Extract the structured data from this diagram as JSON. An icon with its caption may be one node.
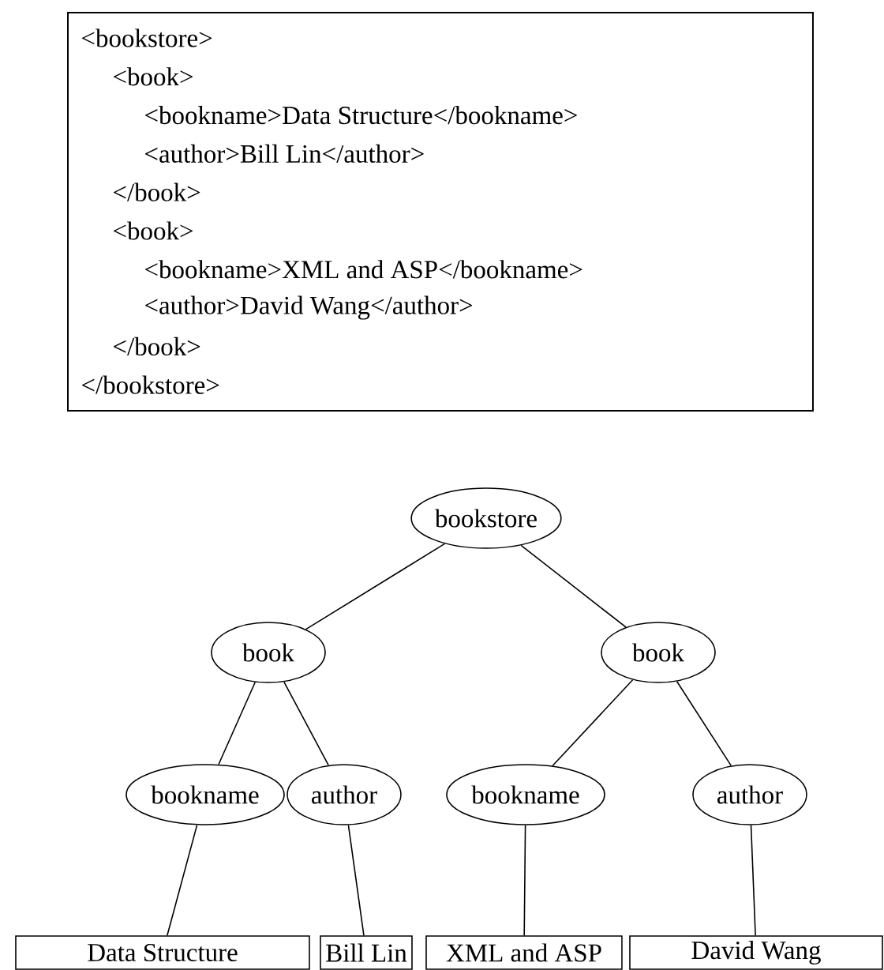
{
  "diagram": {
    "nodes": [
      {
        "text": [
          "<bookstore>",
          "<book>",
          "<bookname>Data Structure</bookname>",
          "<author>Bill Lin</author>",
          "</book>",
          "<book>",
          "<bookname>XML and ASP</bookname>",
          "<author>David Wang</author>",
          "</book>",
          "</bookstore>"
        ]
      },
      {
        "text": [
          "bookstore"
        ]
      },
      {
        "text": [
          "book"
        ]
      },
      {
        "text": [
          "book"
        ]
      },
      {
        "text": [
          "bookname"
        ]
      },
      {
        "text": [
          "author"
        ]
      },
      {
        "text": [
          "bookname"
        ]
      },
      {
        "text": [
          "author"
        ]
      },
      {
        "text": [
          "Data Structure"
        ]
      },
      {
        "text": [
          "Bill Lin"
        ]
      },
      {
        "text": [
          "XML and ASP"
        ]
      },
      {
        "text": [
          "David Wang"
        ]
      }
    ],
    "edges": [
      {
        "from": 1,
        "to": 2,
        "arrow": "none"
      },
      {
        "from": 1,
        "to": 3,
        "arrow": "none"
      },
      {
        "from": 2,
        "to": 4,
        "arrow": "none"
      },
      {
        "from": 2,
        "to": 5,
        "arrow": "none"
      },
      {
        "from": 3,
        "to": 6,
        "arrow": "none"
      },
      {
        "from": 3,
        "to": 7,
        "arrow": "none"
      },
      {
        "from": 4,
        "to": 8,
        "arrow": "none"
      },
      {
        "from": 5,
        "to": 9,
        "arrow": "none"
      },
      {
        "from": 6,
        "to": 10,
        "arrow": "none"
      },
      {
        "from": 7,
        "to": 11,
        "arrow": "none"
      }
    ]
  }
}
